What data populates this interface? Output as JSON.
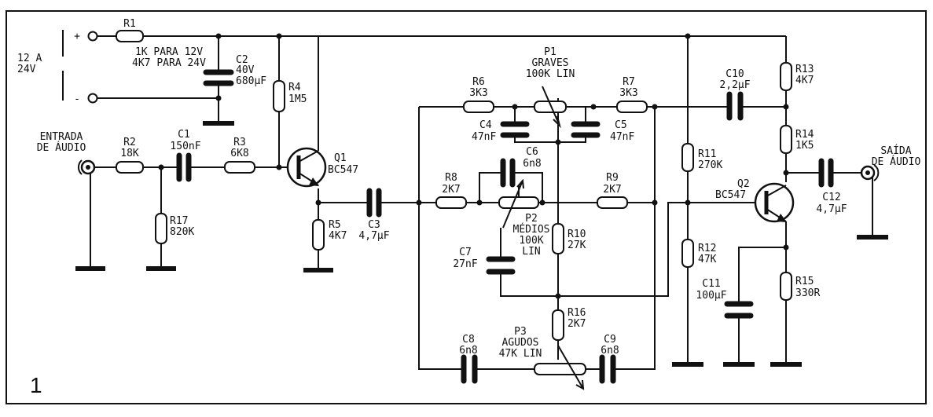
{
  "figure_number": "1",
  "supply": {
    "range": "12 A\n24V",
    "plus": "+",
    "minus": "-"
  },
  "input_label": "ENTRADA\nDE ÁUDIO",
  "output_label": "SAÍDA\nDE ÁUDIO",
  "components": {
    "R1": {
      "name": "R1",
      "value": "1K PARA 12V\n4K7 PARA 24V"
    },
    "C2": {
      "name": "C2",
      "value": "40V\n680µF"
    },
    "R4": {
      "name": "R4",
      "value": "1M5"
    },
    "R2": {
      "name": "R2",
      "value": "18K"
    },
    "C1": {
      "name": "C1",
      "value": "150nF"
    },
    "R3": {
      "name": "R3",
      "value": "6K8"
    },
    "Q1": {
      "name": "Q1",
      "value": "BC547"
    },
    "R17": {
      "name": "R17",
      "value": "820K"
    },
    "R5": {
      "name": "R5",
      "value": "4K7"
    },
    "C3": {
      "name": "C3",
      "value": "4,7µF"
    },
    "R6": {
      "name": "R6",
      "value": "3K3"
    },
    "P1": {
      "name": "P1",
      "value": "GRAVES\n100K LIN"
    },
    "R7": {
      "name": "R7",
      "value": "3K3"
    },
    "C4": {
      "name": "C4",
      "value": "47nF"
    },
    "C5": {
      "name": "C5",
      "value": "47nF"
    },
    "C6": {
      "name": "C6",
      "value": "6n8"
    },
    "R8": {
      "name": "R8",
      "value": "2K7"
    },
    "R9": {
      "name": "R9",
      "value": "2K7"
    },
    "P2": {
      "name": "P2",
      "value": "MÉDIOS\n100K\nLIN"
    },
    "R10": {
      "name": "R10",
      "value": "27K"
    },
    "C7": {
      "name": "C7",
      "value": "27nF"
    },
    "R16": {
      "name": "R16",
      "value": "2K7"
    },
    "C8": {
      "name": "C8",
      "value": "6n8"
    },
    "P3": {
      "name": "P3",
      "value": "AGUDOS\n47K LIN"
    },
    "C9": {
      "name": "C9",
      "value": "6n8"
    },
    "R11": {
      "name": "R11",
      "value": "270K"
    },
    "R12": {
      "name": "R12",
      "value": "47K"
    },
    "C10": {
      "name": "C10",
      "value": "2,2µF"
    },
    "R13": {
      "name": "R13",
      "value": "4K7"
    },
    "R14": {
      "name": "R14",
      "value": "1K5"
    },
    "Q2": {
      "name": "Q2",
      "value": "BC547"
    },
    "C12": {
      "name": "C12",
      "value": "4,7µF"
    },
    "R15": {
      "name": "R15",
      "value": "330R"
    },
    "C11": {
      "name": "C11",
      "value": "100µF"
    }
  }
}
